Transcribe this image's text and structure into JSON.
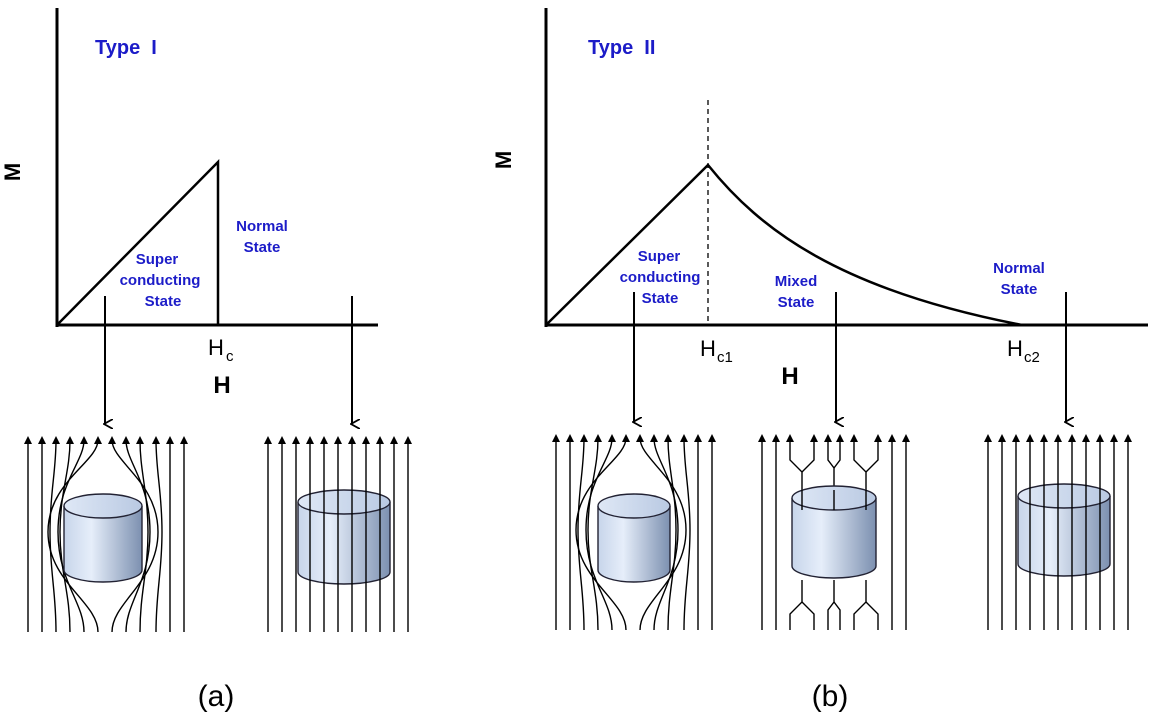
{
  "panel_a": {
    "title": "Type  I",
    "y_axis_label": "M",
    "x_axis_label": "H",
    "critical_field": {
      "main": "H",
      "sub": "c"
    },
    "superconducting_label": [
      "Super",
      "conducting",
      "State"
    ],
    "normal_label": [
      "Normal",
      "State"
    ],
    "caption": "(a)"
  },
  "panel_b": {
    "title": "Type  II",
    "y_axis_label": "M",
    "x_axis_label": "H",
    "critical_field_1": {
      "main": "H",
      "sub": "c1"
    },
    "critical_field_2": {
      "main": "H",
      "sub": "c2"
    },
    "superconducting_label": [
      "Super",
      "conducting",
      "State"
    ],
    "mixed_label": [
      "Mixed",
      "State"
    ],
    "normal_label": [
      "Normal",
      "State"
    ],
    "caption": "(b)"
  },
  "colors": {
    "label_blue": "#1c1cc8",
    "cylinder_light": "#e4ecf8",
    "cylinder_dark": "#8094b4"
  },
  "icons": [
    "expelled-field-lines",
    "penetrating-field-lines",
    "flux-vortex-lines",
    "superconductor-cylinder"
  ]
}
